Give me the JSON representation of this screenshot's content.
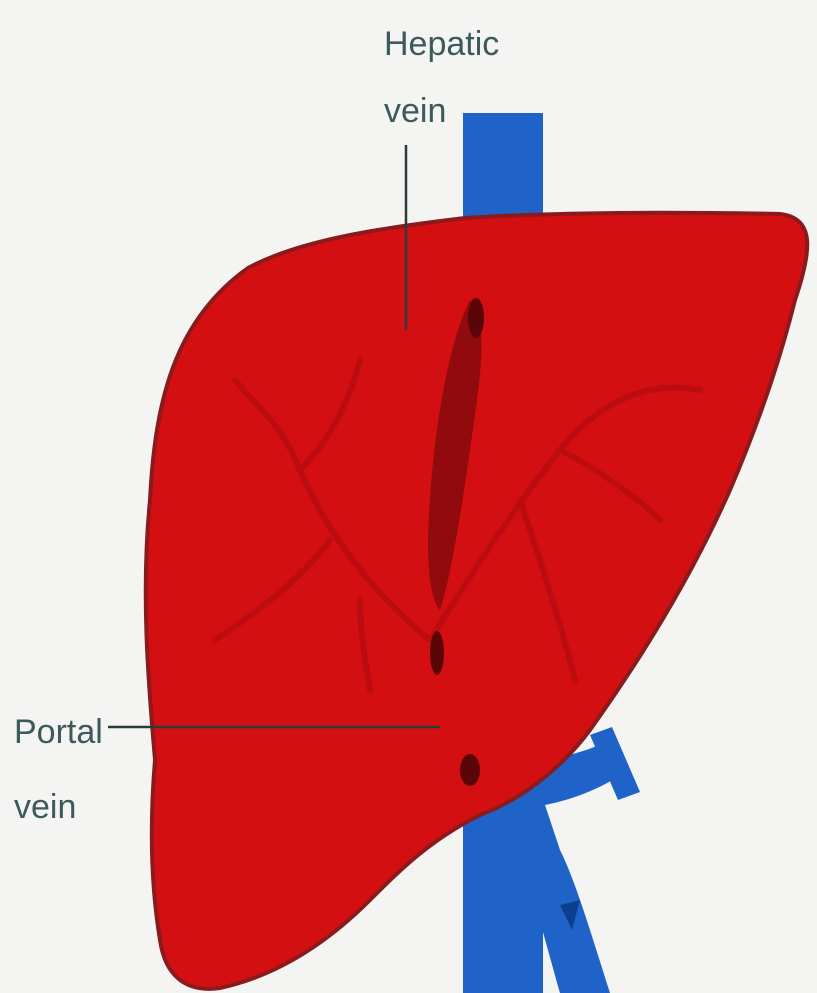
{
  "labels": {
    "hepatic_line1": "Hepatic",
    "hepatic_line2": "vein",
    "portal_line1": "Portal",
    "portal_line2": "vein"
  },
  "colors": {
    "background": "#f4f5f2",
    "liver": "#d40f12",
    "liver_outline": "#8a1a1c",
    "vessel_blue": "#1f63c9",
    "label_text": "#3c5a5c",
    "leader_line": "#2b3a3a"
  },
  "icons": [
    "liver-illustration",
    "hepatic-vein-vessel",
    "portal-vein-vessel"
  ]
}
